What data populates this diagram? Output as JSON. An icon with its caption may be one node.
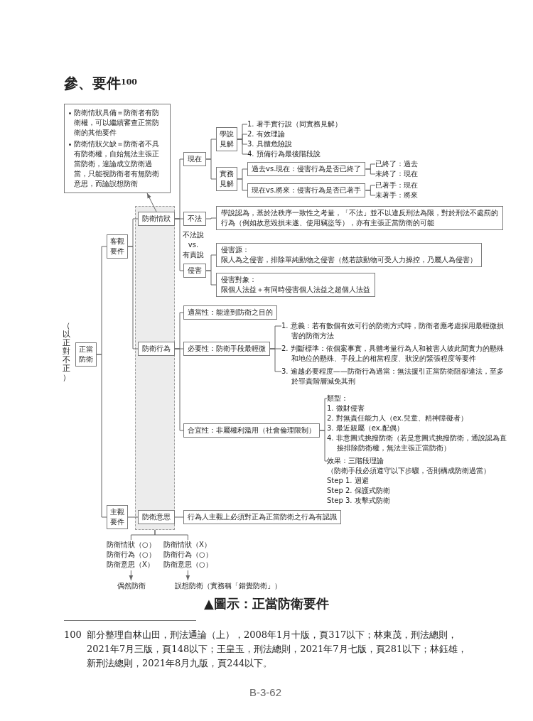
{
  "diagram": {
    "title": "參、要件$^{100}$",
    "caption": "▲圖示：正當防衛要件",
    "nodes": [
      {
        "text": [
          "防衛情狀具備＝防衛者有防衛權，可以繼續審查正當防衛的其他要件",
          "防衛情狀欠缺＝防衛者不具有防衛權，自始無法主張正當防衛，遑論成立防衛過當，只能視防衛者有無防衛意思，而論誤想防衛"
        ]
      },
      {
        "text": [
          "正當防衛"
        ],
        "beside": [
          "（以正對不正）"
        ]
      },
      {
        "text": [
          "客觀要件"
        ]
      },
      {
        "text": [
          "主觀要件"
        ]
      },
      {
        "text": [],
        "shape": "band"
      },
      {
        "text": [
          "防衛情狀"
        ],
        "in": 4
      },
      {
        "text": [
          "防衛行為"
        ],
        "in": 4
      },
      {
        "text": [
          "防衛意思"
        ],
        "in": 4
      },
      {
        "text": [
          "現在"
        ]
      },
      {
        "text": [
          "學說見解"
        ]
      },
      {
        "text": [
          "1. 著手實行說（同實務見解）"
        ]
      },
      {
        "text": [
          "2. 有效理論"
        ]
      },
      {
        "text": [
          "3. 具體危險說"
        ]
      },
      {
        "text": [
          "4. 預備行為最後階段說"
        ]
      },
      {
        "text": [
          "實務見解"
        ]
      },
      {
        "text": [
          "過去vs.現在：侵害行為是否已終了"
        ]
      },
      {
        "text": [
          "已終了：過去"
        ]
      },
      {
        "text": [
          "未終了：現在"
        ]
      },
      {
        "text": [
          "現在vs.將來：侵害行為是否已著手"
        ]
      },
      {
        "text": [
          "已著手：現在"
        ]
      },
      {
        "text": [
          "未著手：將來"
        ]
      },
      {
        "text": [
          "不法"
        ]
      },
      {
        "text": [
          "學說認為，基於法秩序一致性之考量，「不法」並不以違反刑法為限，對於刑法不處罰的行為（例如故意毀損未遂、使用竊盜等），亦有主張正當防衛的可能"
        ]
      },
      {
        "text": [
          "侵害"
        ]
      },
      {
        "text": [
          "侵害源：",
          "限人為之侵害，排除單純動物之侵害（然若該動物可受人力操控，乃屬人為侵害）"
        ]
      },
      {
        "text": [
          "侵害對象：",
          "限個人法益＋有同時侵害個人法益之超個人法益"
        ]
      },
      {
        "text": [
          "適當性：能達到防衛之目的"
        ]
      },
      {
        "text": [
          "必要性：防衛手段最輕微"
        ]
      },
      {
        "text": [
          "1. 意義：若有數個有效可行的防衛方式時，防衛者應考慮採用最輕微損害的防衛方法"
        ]
      },
      {
        "text": [
          "2. 判斷標準：依個案事實，具體考量行為人和被害人彼此間實力的懸殊和地位的懸殊、手段上的相當程度、狀況的緊張程度等要件"
        ]
      },
      {
        "text": [
          "3. 逾越必要程度——防衛行為過當：無法援引正當防衛阻卻違法，至多於罪責階層減免其刑"
        ]
      },
      {
        "text": [
          "合宜性：非屬權利濫用（社會倫理限制）"
        ]
      },
      {
        "text": [
          "類型：",
          "1. 微財侵害",
          "2. 對無責任能力人（ex.兒童、精神障礙者）",
          "3. 最近親屬（ex.配偶）",
          "4. 非意圖式挑撥防衛（若是意圖式挑撥防衛，通說認為直接排除防衛權，無法主張正當防衛）"
        ]
      },
      {
        "text": [
          "效果：三階段理論",
          "（防衛手段必須遵守以下步驟，否則構成防衛過當）",
          "Step 1. 迴避",
          "Step 2. 保護式防衛",
          "Step 3. 攻擊式防衛"
        ]
      },
      {
        "text": [
          "行為人主觀上必須對正為正當防衛之行為有認識"
        ]
      },
      {
        "text": [
          "防衛情狀（○）",
          "防衛行為（○）",
          "防衛意思（X）"
        ]
      },
      {
        "text": [
          "防衛情狀（X）",
          "防衛行為（○）",
          "防衛意思（○）"
        ]
      },
      {
        "text": [
          "偶然防衛"
        ]
      },
      {
        "text": [
          "誤想防衛（實務稱「錯覺防衛」）"
        ]
      }
    ],
    "edges": [
      {
        "from": 5,
        "to": 0,
        "arrow": "to"
      },
      {
        "from": 1,
        "to": 2,
        "arrow": "none"
      },
      {
        "from": 1,
        "to": 3,
        "arrow": "none"
      },
      {
        "from": 2,
        "to": 5,
        "arrow": "none"
      },
      {
        "from": 2,
        "to": 6,
        "arrow": "none"
      },
      {
        "from": 3,
        "to": 7,
        "arrow": "none"
      },
      {
        "from": 5,
        "to": 8,
        "arrow": "none"
      },
      {
        "from": 5,
        "to": 21,
        "arrow": "none"
      },
      {
        "from": 5,
        "to": 23,
        "arrow": "none"
      },
      {
        "from": 8,
        "to": 9,
        "arrow": "none"
      },
      {
        "from": 8,
        "to": 14,
        "arrow": "none"
      },
      {
        "from": 9,
        "to": 10,
        "arrow": "none"
      },
      {
        "from": 9,
        "to": 11,
        "arrow": "none"
      },
      {
        "from": 9,
        "to": 12,
        "arrow": "none"
      },
      {
        "from": 9,
        "to": 13,
        "arrow": "none"
      },
      {
        "from": 14,
        "to": 15,
        "arrow": "none"
      },
      {
        "from": 14,
        "to": 18,
        "arrow": "none"
      },
      {
        "from": 15,
        "to": 16,
        "arrow": "none"
      },
      {
        "from": 15,
        "to": 17,
        "arrow": "none"
      },
      {
        "from": 18,
        "to": 19,
        "arrow": "none"
      },
      {
        "from": 18,
        "to": 20,
        "arrow": "none"
      },
      {
        "from": 21,
        "to": 22,
        "arrow": "none"
      },
      {
        "from": 23,
        "to": 24,
        "arrow": "none"
      },
      {
        "from": 23,
        "to": 25,
        "arrow": "none"
      },
      {
        "from": 6,
        "to": 26,
        "arrow": "none"
      },
      {
        "from": 6,
        "to": 27,
        "arrow": "none"
      },
      {
        "from": 6,
        "to": 31,
        "arrow": "none"
      },
      {
        "from": 27,
        "to": 28,
        "arrow": "none"
      },
      {
        "from": 27,
        "to": 29,
        "arrow": "none"
      },
      {
        "from": 27,
        "to": 30,
        "arrow": "none"
      },
      {
        "from": 31,
        "to": 32,
        "arrow": "none"
      },
      {
        "from": 31,
        "to": 33,
        "arrow": "none"
      },
      {
        "from": 7,
        "to": 34,
        "arrow": "none"
      },
      {
        "from": 4,
        "to": 35,
        "arrow": "none"
      },
      {
        "from": 4,
        "to": 36,
        "arrow": "none"
      },
      {
        "from": 35,
        "to": 37,
        "arrow": "to"
      },
      {
        "from": 36,
        "to": 38,
        "arrow": "to"
      }
    ],
    "labels": [
      "不法說 vs. 有責說",
      "100",
      "部分整理自林山田，刑法通論（上），2008年1月十版，頁317以下；林東茂，刑法總則，2021年7月三版，頁148以下；王皇玉，刑法總則，2021年7月七版，頁281以下；林鈺雄，新刑法總則，2021年8月九版，頁244以下。",
      "B-3-62"
    ]
  }
}
